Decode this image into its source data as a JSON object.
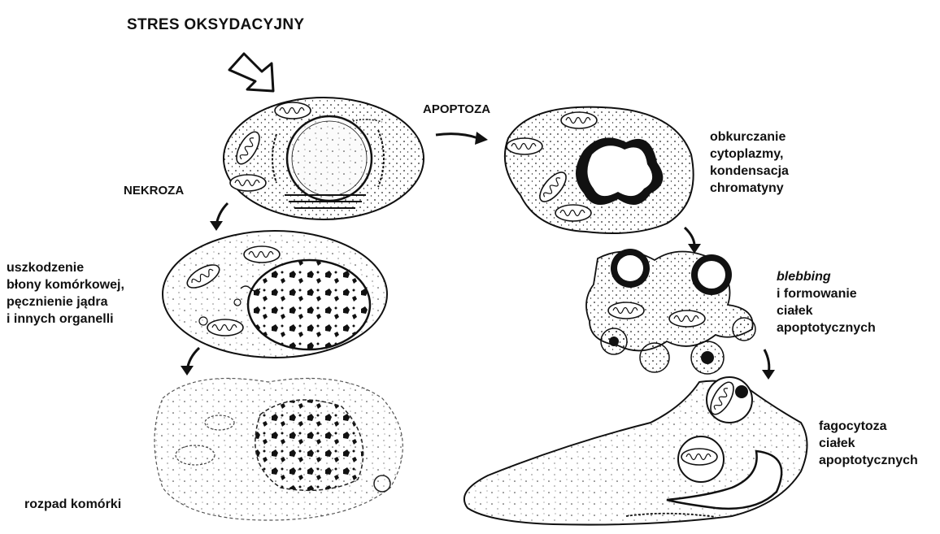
{
  "title": "STRES OKSYDACYJNY",
  "pathways": {
    "necrosis": "NEKROZA",
    "apoptosis": "APOPTOZA"
  },
  "necrosis_steps": {
    "swelling": [
      "uszkodzenie",
      "błony komórkowej,",
      "pęcznienie jądra",
      "i innych organelli"
    ],
    "lysis": "rozpad komórki"
  },
  "apoptosis_steps": {
    "shrinkage": [
      "obkurczanie",
      "cytoplazmy,",
      "kondensacja",
      "chromatyny"
    ],
    "blebbing_italic": "blebbing",
    "blebbing_rest": [
      "i formowanie",
      "ciałek",
      "apoptotycznych"
    ],
    "phagocytosis": [
      "fagocytoza",
      "ciałek",
      "apoptotycznych"
    ]
  }
}
